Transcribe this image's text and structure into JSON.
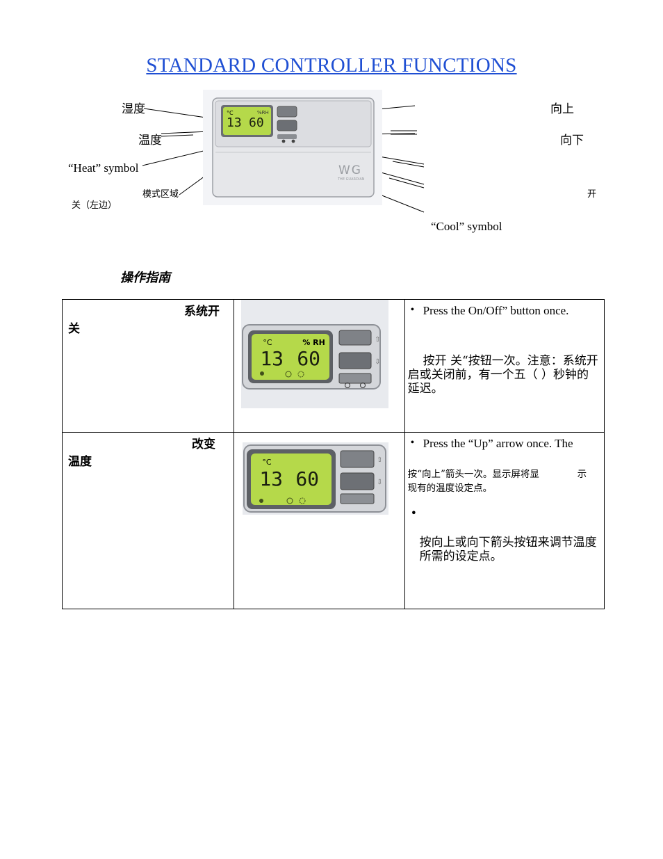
{
  "title": "STANDARD CONTROLLER FUNCTIONS",
  "diagram": {
    "labels": {
      "humidity": "湿度",
      "temperature": "温度",
      "heat_symbol": "“Heat” symbol",
      "mode_area": "模式区域",
      "switch_left": "关（左边）",
      "up": "向上",
      "down": "向下",
      "switch": "开",
      "cool_symbol": "“Cool” symbol"
    },
    "device": {
      "unit": "°C",
      "humidity_unit": "%RH",
      "temp_value": "13",
      "humidity_value": "60",
      "brand": "WG",
      "brand_sub": "THE GUARDIAN"
    }
  },
  "guide_heading": "操作指南",
  "rows": [
    {
      "function_line1": "系统开",
      "function_line2": "关",
      "device": {
        "unit": "°C",
        "humidity_unit": "% RH",
        "temp": "13",
        "humidity": "60"
      },
      "instruction_en": "Press the On/Off” button once.",
      "instruction_zh": "按开 关“按钮一次。注意：系统开启或关闭前，有一个五（  ）秒钟的延迟。"
    },
    {
      "function_line1": "改变",
      "function_line2": "温度",
      "device": {
        "unit": "°C",
        "temp": "13",
        "humidity": "60"
      },
      "instruction_en": "Press the “Up” arrow once. The",
      "instruction_zh_small_1": "按“向上”箭头一次。显示屏将显",
      "instruction_zh_small_2": "示",
      "instruction_zh_small_3": "现有的温度设定点。",
      "instruction_zh_2": "按向上或向下箭头按钮来调节温度所需的设定点。"
    }
  ],
  "colors": {
    "title": "#1f4fd3",
    "lcd": "#b5d94a",
    "device_body": "#e9eaee"
  }
}
